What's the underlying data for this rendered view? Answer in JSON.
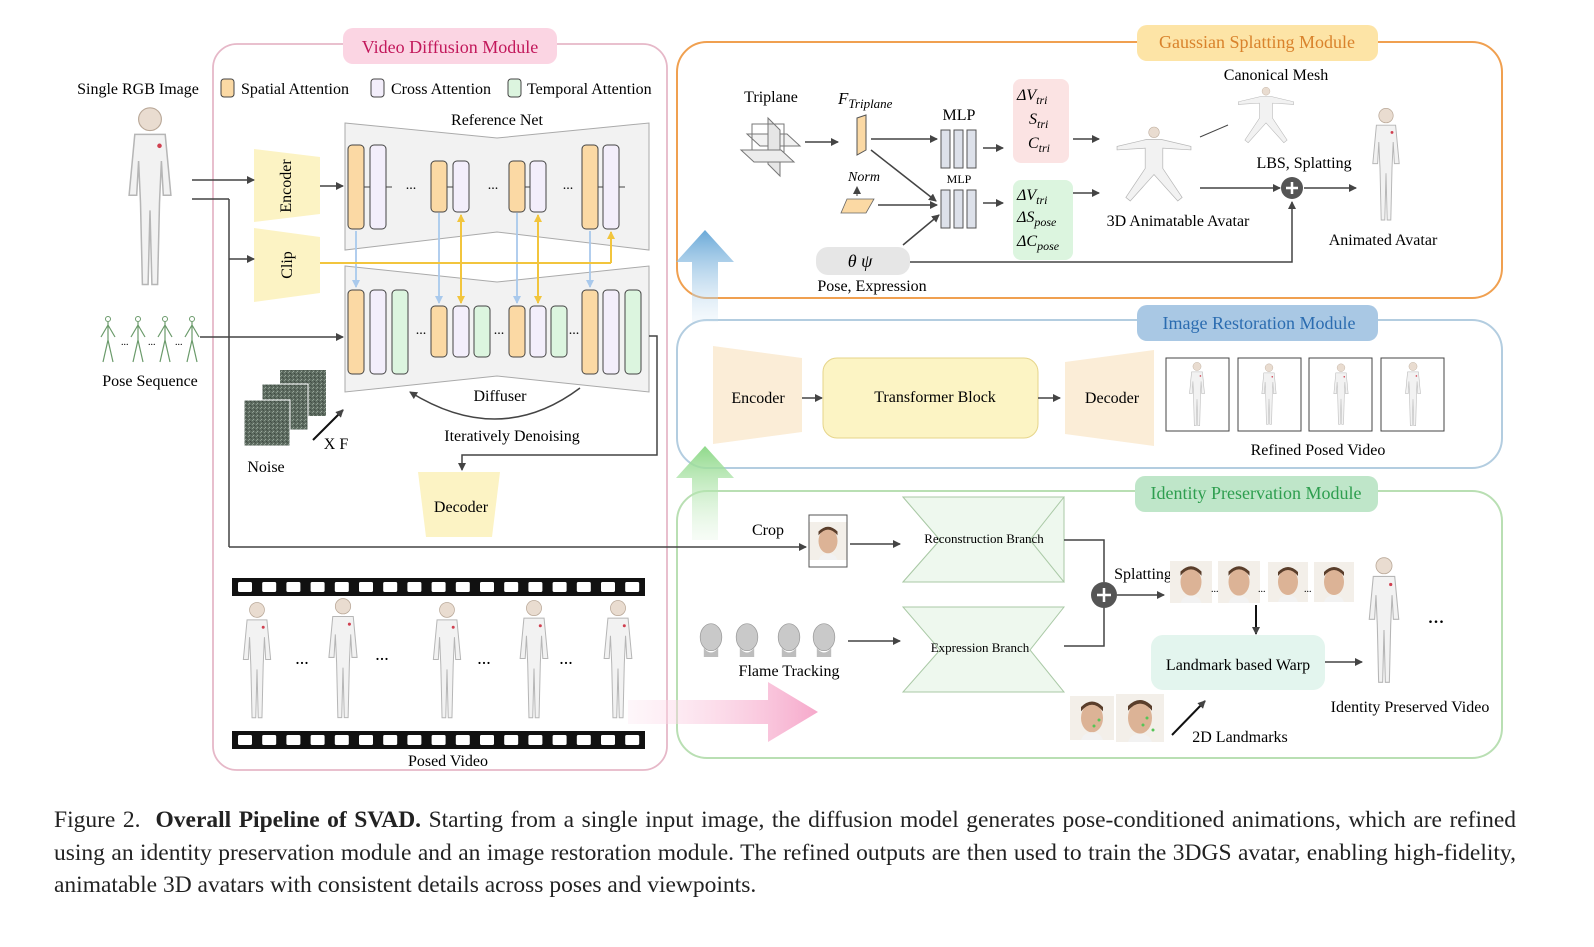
{
  "video_diffusion": {
    "title": "Video Diffusion Module",
    "input_image_label": "Single RGB Image",
    "legend": {
      "spatial": "Spatial Attention",
      "cross": "Cross Attention",
      "temporal": "Temporal Attention"
    },
    "reference_net": "Reference Net",
    "encoder": "Encoder",
    "clip": "Clip",
    "pose_sequence": "Pose Sequence",
    "noise": "Noise",
    "xf": "X F",
    "diffuser": "Diffuser",
    "denoising": "Iteratively Denoising",
    "decoder": "Decoder",
    "posed_video": "Posed Video",
    "ellipsis": "..."
  },
  "gaussian_splatting": {
    "title": "Gaussian Splatting Module",
    "triplane": "Triplane",
    "f_triplane": "F",
    "f_triplane_sub": "Triplane",
    "norm": "Norm",
    "mlp_top": "MLP",
    "mlp_bottom": "MLP",
    "out_top": [
      "ΔV",
      "S",
      "C"
    ],
    "out_top_sub": [
      "tri",
      "tri",
      "tri"
    ],
    "out_bottom": [
      "ΔV",
      "ΔS",
      "ΔC"
    ],
    "out_bottom_sub": [
      "tri",
      "pose",
      "pose"
    ],
    "canonical_mesh": "Canonical Mesh",
    "avatar_3d": "3D Animatable Avatar",
    "lbs": "LBS, Splatting",
    "animated_avatar": "Animated Avatar",
    "theta_psi": "θ  ψ",
    "pose_expression": "Pose, Expression"
  },
  "image_restoration": {
    "title": "Image Restoration Module",
    "encoder": "Encoder",
    "transformer": "Transformer Block",
    "decoder": "Decoder",
    "refined": "Refined Posed Video"
  },
  "identity_preservation": {
    "title": "Identity Preservation Module",
    "crop": "Crop",
    "recon_branch": "Reconstruction Branch",
    "expr_branch": "Expression Branch",
    "flame": "Flame Tracking",
    "splatting": "Splatting",
    "landmark_warp": "Landmark based Warp",
    "landmarks_2d": "2D Landmarks",
    "identity_video": "Identity Preserved Video",
    "ellipsis": "..."
  },
  "caption": {
    "prefix": "Figure 2.",
    "bold": "Overall Pipeline of SVAD.",
    "text": "Starting from a single input image, the diffusion model generates pose-conditioned animations, which are refined using an identity preservation module and an image restoration module. The refined outputs are then used to train the 3DGS avatar, enabling high-fidelity, animatable 3D avatars with consistent details across poses and viewpoints."
  },
  "colors": {
    "spatial": "#fbd9a4",
    "cross": "#f3eefb",
    "temporal": "#dcf5df",
    "video_module_border": "#e6b8c8",
    "video_title_bg": "#fbd5e3",
    "video_title_text": "#c2185b",
    "gaussian_border": "#f0a050",
    "gaussian_title_bg": "#fde4a6",
    "gaussian_title_text": "#d9822b",
    "restoration_border": "#b3cde0",
    "restoration_title_bg": "#a9c8e4",
    "restoration_title_text": "#2b6cb0",
    "identity_border": "#b9dfb3",
    "identity_title_bg": "#bfe6c9",
    "identity_title_text": "#2e9e4f",
    "clip_line": "#f2c53d",
    "blue_line": "#a9c9ec"
  }
}
